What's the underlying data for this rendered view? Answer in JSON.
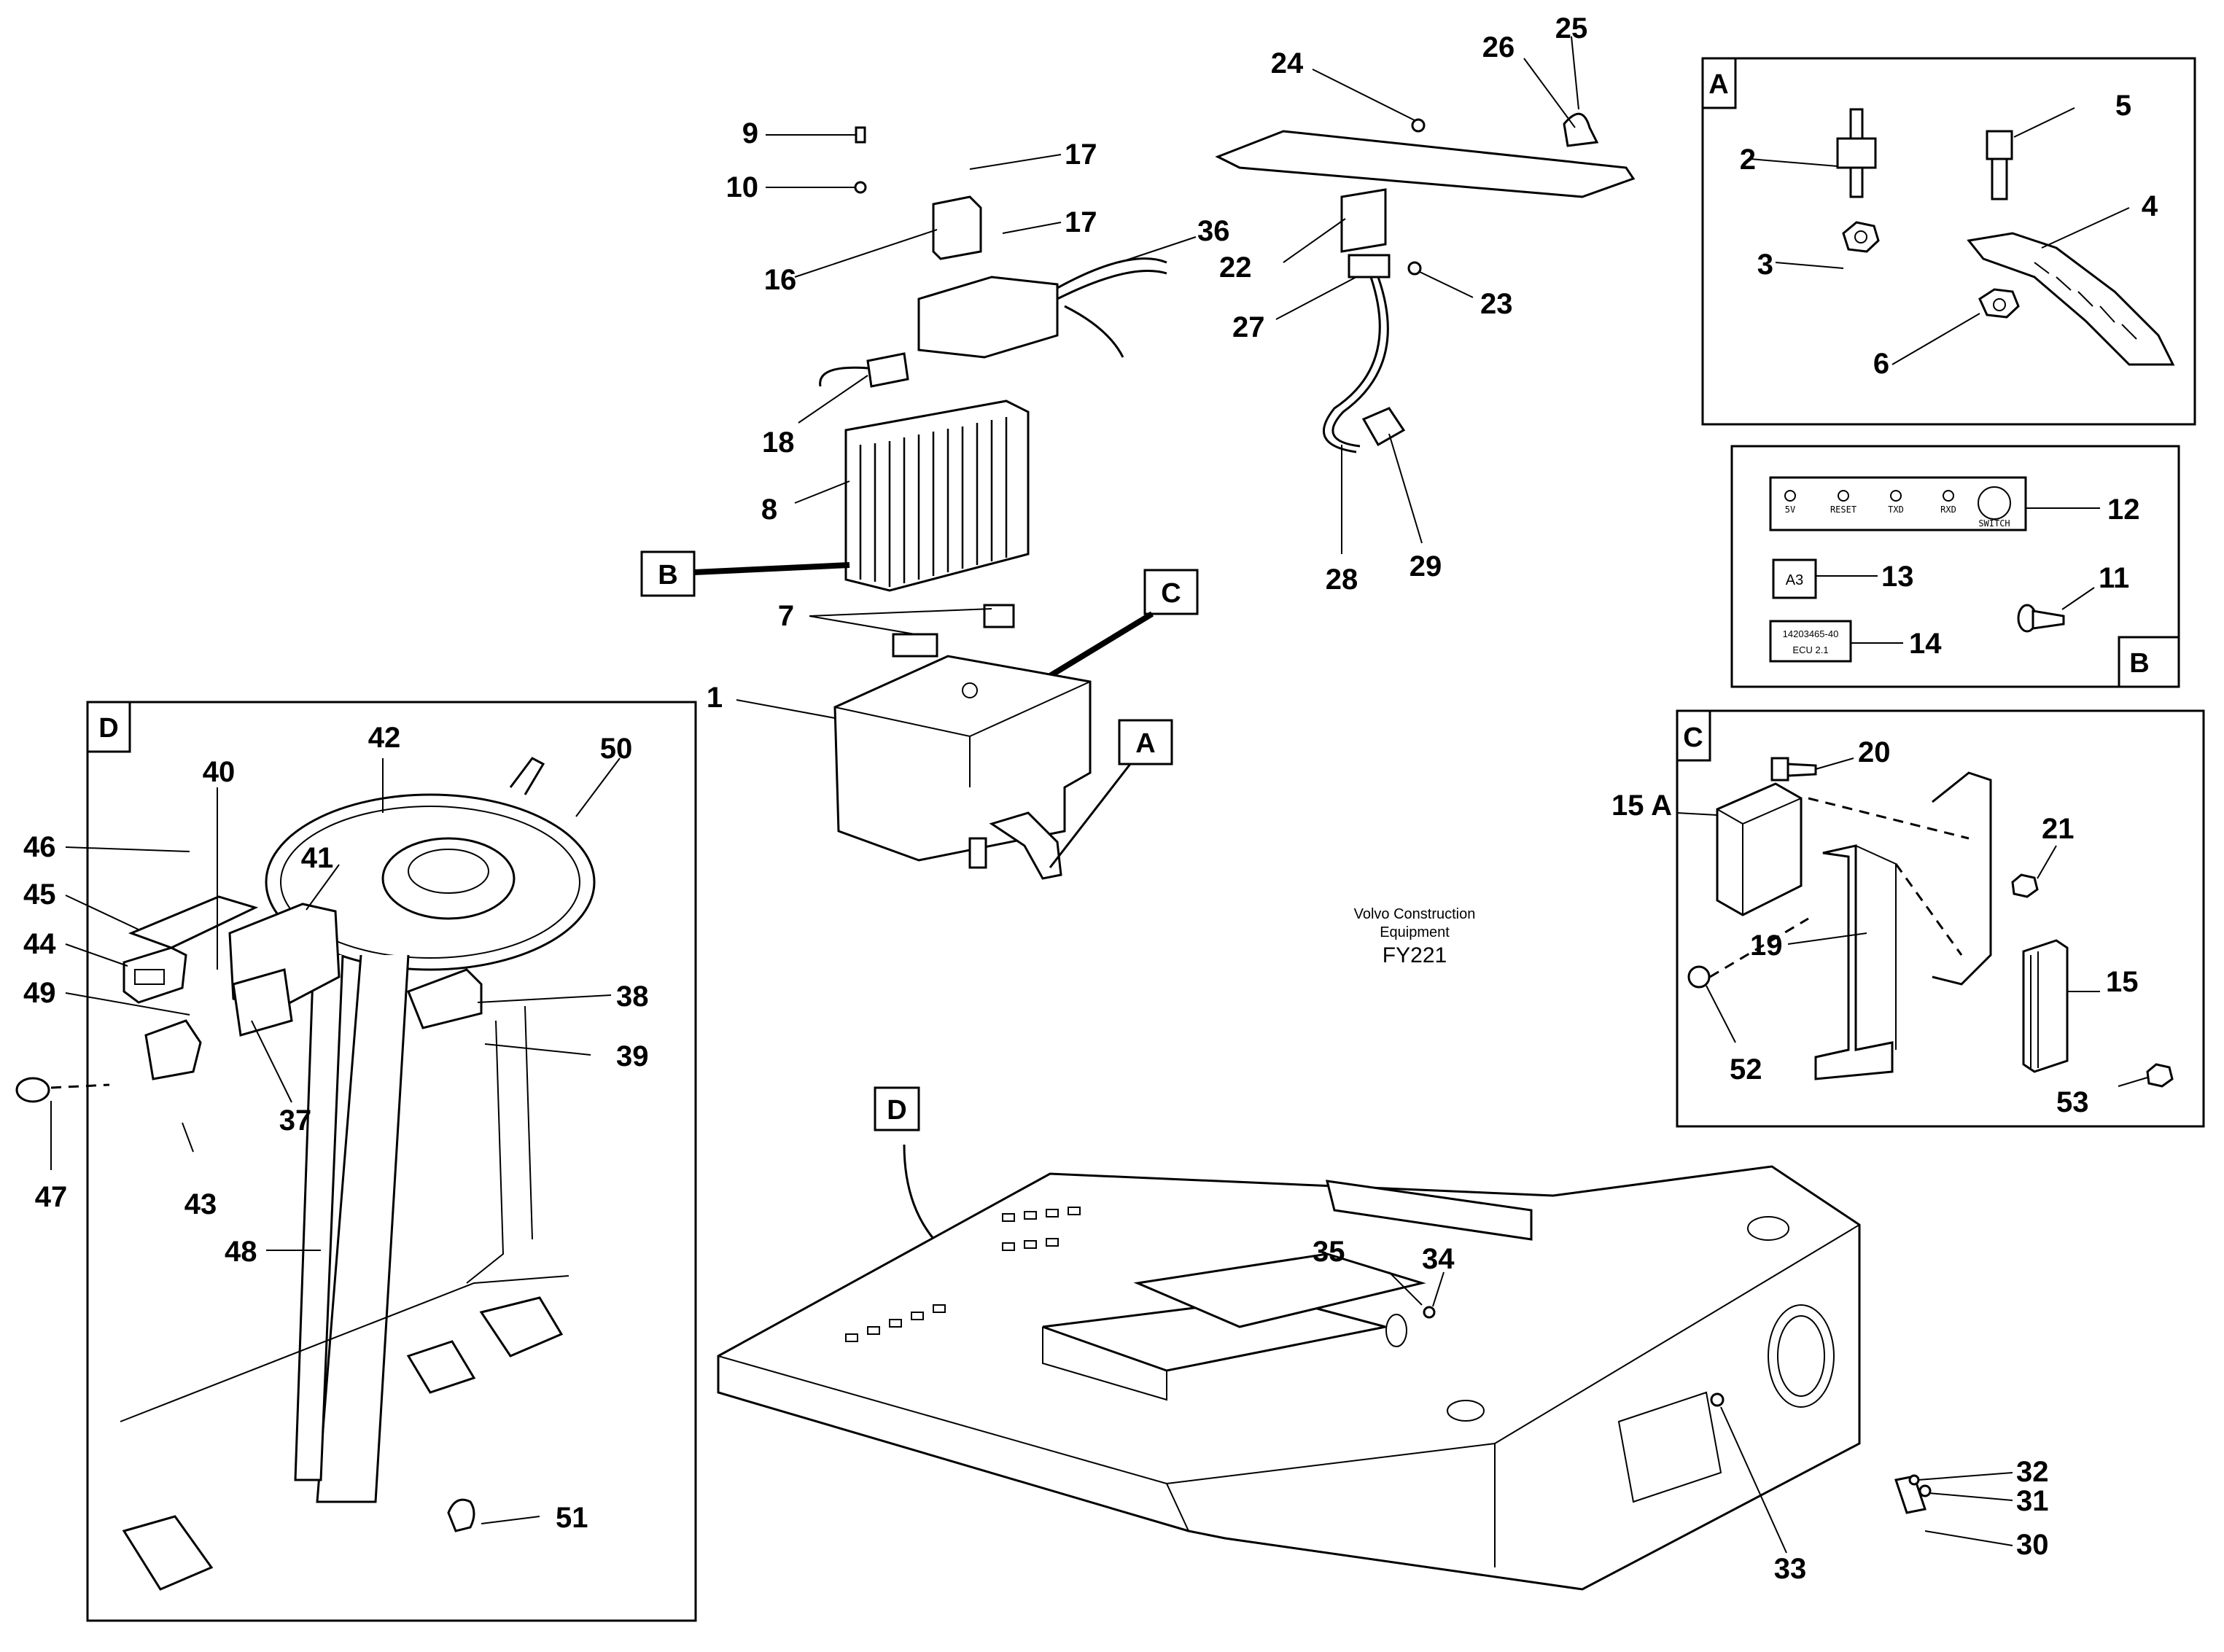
{
  "brand": {
    "line1": "Volvo Construction",
    "line2": "Equipment",
    "code": "FY221"
  },
  "panels": {
    "A": {
      "tag": "A"
    },
    "B": {
      "tag": "B",
      "label13": "A3",
      "label14_line1": "14203465-40",
      "label14_line2": "ECU 2.1",
      "switch_panel": [
        "5V",
        "RESET",
        "TXD",
        "RXD",
        "SWITCH"
      ]
    },
    "C": {
      "tag": "C"
    },
    "D": {
      "tag": "D"
    }
  },
  "callout_tags": {
    "B": "B",
    "C": "C",
    "A": "A",
    "D": "D"
  },
  "part_numbers": {
    "p1": "1",
    "p2": "2",
    "p3": "3",
    "p4": "4",
    "p5": "5",
    "p6": "6",
    "p7": "7",
    "p8": "8",
    "p9": "9",
    "p10": "10",
    "p11": "11",
    "p12": "12",
    "p13": "13",
    "p14": "14",
    "p15": "15",
    "p15a": "15 A",
    "p16": "16",
    "p17a": "17",
    "p17b": "17",
    "p18": "18",
    "p19": "19",
    "p20": "20",
    "p21": "21",
    "p22": "22",
    "p23": "23",
    "p24": "24",
    "p25": "25",
    "p26": "26",
    "p27": "27",
    "p28": "28",
    "p29": "29",
    "p30": "30",
    "p31": "31",
    "p32": "32",
    "p33": "33",
    "p34": "34",
    "p35": "35",
    "p36": "36",
    "p37": "37",
    "p38": "38",
    "p39": "39",
    "p40": "40",
    "p41": "41",
    "p42": "42",
    "p43": "43",
    "p44": "44",
    "p45": "45",
    "p46": "46",
    "p47": "47",
    "p48": "48",
    "p49": "49",
    "p50": "50",
    "p51": "51",
    "p52": "52",
    "p53": "53"
  }
}
